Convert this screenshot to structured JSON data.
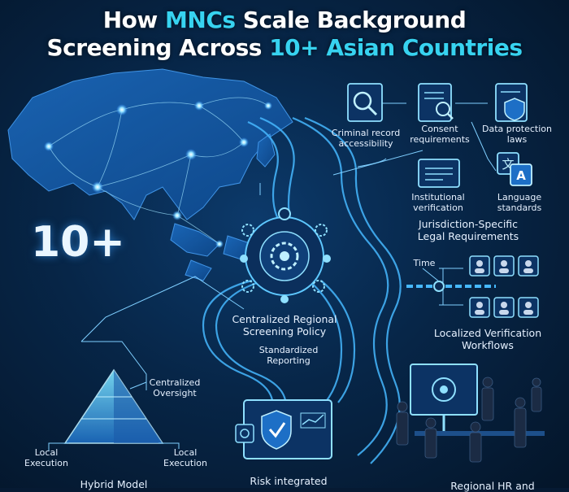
{
  "title": {
    "line1_prefix": "How ",
    "line1_highlight": "MNCs",
    "line1_suffix": " Scale Background",
    "line2_prefix": "Screening Across ",
    "line2_highlight": "10+ Asian Countries"
  },
  "big_number": "10+",
  "legal": {
    "items": [
      {
        "line1": "Criminal record",
        "line2": "accessibility",
        "icon": "magnifier-document-icon"
      },
      {
        "line1": "Consent",
        "line2": "requirements",
        "icon": "checklist-document-icon"
      },
      {
        "line1": "Data protection",
        "line2": "laws",
        "icon": "shield-document-icon"
      },
      {
        "line1": "Institutional",
        "line2": "verification",
        "icon": "certificate-icon"
      },
      {
        "line1": "Language",
        "line2": "standards",
        "icon": "translate-icon"
      }
    ],
    "heading_line1": "Jurisdiction-Specific",
    "heading_line2": "Legal Requirements"
  },
  "workflow": {
    "time_label": "Time",
    "heading_line1": "Localized Verification",
    "heading_line2": "Workflows"
  },
  "policy": {
    "line1": "Centralized Regional",
    "line2": "Screening Policy",
    "reporting_line1": "Standardized",
    "reporting_line2": "Reporting"
  },
  "hybrid": {
    "oversight_line1": "Centralized",
    "oversight_line2": "Oversight",
    "left_line1": "Local",
    "left_line2": "Execution",
    "right_line1": "Local",
    "right_line2": "Execution",
    "heading": "Hybrid Model"
  },
  "risk": {
    "heading": "Risk integrated"
  },
  "hr": {
    "heading": "Regional HR and"
  },
  "colors": {
    "accent": "#37d3f0",
    "background": "#061a33",
    "glow": "#3fb6ff"
  }
}
